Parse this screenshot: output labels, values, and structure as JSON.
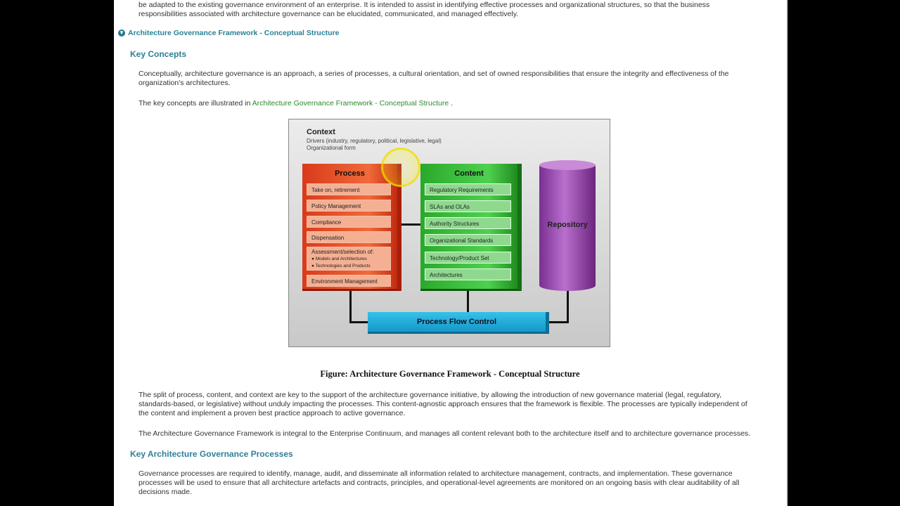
{
  "intro": {
    "line1": "be adapted to the existing governance environment of an enterprise. It is intended to assist in identifying effective processes and organizational structures, so that the business",
    "line2": "responsibilities associated with architecture governance can be elucidated, communicated, and managed effectively."
  },
  "toc_link": "Architecture Governance Framework - Conceptual Structure",
  "key_concepts": {
    "heading": "Key Concepts",
    "p1_line1": "Conceptually, architecture governance is an approach, a series of processes, a cultural orientation, and set of owned responsibilities that ensure the integrity and effectiveness of the",
    "p1_line2": "organization's architectures.",
    "p2_prefix": "The key concepts are illustrated in ",
    "p2_link": "Architecture Governance Framework - Conceptual Structure",
    "p2_suffix": " ."
  },
  "figure": {
    "context_title": "Context",
    "context_line1": "Drivers (industry, regulatory, political, legislative, legal)",
    "context_line2": "Organizational form",
    "process_title": "Process",
    "process_items": [
      "Take on, retirement",
      "Policy Management",
      "Compliance",
      "Dispensation"
    ],
    "assessment_title": "Assessment/selection of:",
    "assessment_sub1": "Models and Architectures",
    "assessment_sub2": "Technologies and Products",
    "process_last": "Environment Management",
    "content_title": "Content",
    "content_items": [
      "Regulatory Requirements",
      "SLAs and OLAs",
      "Authority Structures",
      "Organizational Standards",
      "Technology/Product Set",
      "Architectures"
    ],
    "repository": "Repository",
    "process_flow": "Process Flow Control"
  },
  "caption": "Figure: Architecture Governance Framework - Conceptual Structure",
  "after": {
    "p1_line1": "The split of process, content, and context are key to the support of the architecture governance initiative, by allowing the introduction of new governance material (legal, regulatory,",
    "p1_line2": "standards-based, or legislative) without unduly impacting the processes. This content-agnostic approach ensures that the framework is flexible. The processes are typically independent of",
    "p1_line3": "the content and implement a proven best practice approach to active governance.",
    "p2": "The Architecture Governance Framework is integral to the Enterprise Continuum, and manages all content relevant both to the architecture itself and to architecture governance processes."
  },
  "processes_section": {
    "heading": "Key Architecture Governance Processes",
    "line1": "Governance processes are required to identify, manage, audit, and disseminate all information related to architecture management, contracts, and implementation. These governance",
    "line2": "processes will be used to ensure that all architecture artefacts and contracts, principles, and operational-level agreements are monitored on an ongoing basis with clear auditability of all",
    "line3": "decisions made."
  }
}
